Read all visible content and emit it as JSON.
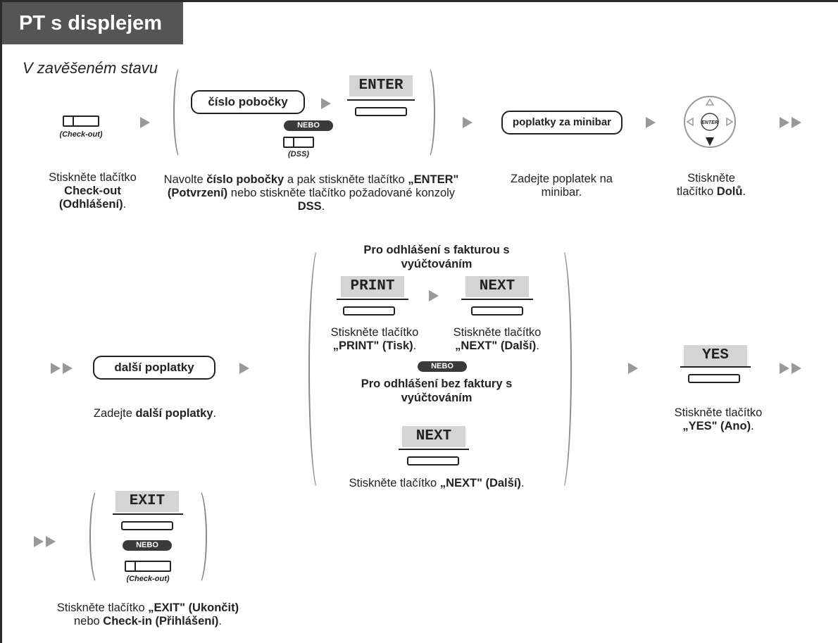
{
  "header": {
    "title": "PT s displejem"
  },
  "subtitle": "V zavěšeném stavu",
  "buttons": {
    "check_out_caption": "(Check-out)",
    "dss_caption": "(DSS)",
    "nebo": "NEBO",
    "enter_key_label": "ENTER"
  },
  "softkeys": {
    "enter": "ENTER",
    "print": "PRINT",
    "next": "NEXT",
    "yes": "YES",
    "exit": "EXIT"
  },
  "pills": {
    "extension_number": "číslo pobočky",
    "minibar_charge": "poplatky za minibar",
    "other_charges": "další poplatky"
  },
  "groups": {
    "with_invoice": "Pro odhlášení s fakturou s vyúčtováním",
    "without_invoice": "Pro odhlášení bez faktury s vyúčtováním"
  },
  "steps": {
    "step1": {
      "pre": "Stiskněte tlačítko",
      "bold": "Check-out (Odhlášení)",
      "post": "."
    },
    "step2": {
      "text1": "Navolte ",
      "bold1": "číslo pobočky",
      "text2": " a pak stiskněte tlačítko ",
      "bold2": "„ENTER\" (Potvrzení)",
      "text3": " nebo stiskněte tlačítko požadované konzoly ",
      "bold3": "DSS",
      "text4": "."
    },
    "step3": {
      "text": "Zadejte poplatek na minibar."
    },
    "step4": {
      "pre": "Stiskněte tlačítko",
      "bold": "Dolů",
      "post": "."
    },
    "step5": {
      "pre": "Zadejte ",
      "bold": "další poplatky",
      "post": "."
    },
    "print_step": {
      "pre": "Stiskněte tlačítko",
      "bold": "„PRINT\" (Tisk)",
      "post": "."
    },
    "next_step": {
      "pre": "Stiskněte tlačítko",
      "bold": "„NEXT\" (Další)",
      "post": "."
    },
    "next_step2": {
      "pre": "Stiskněte tlačítko ",
      "bold": "„NEXT\" (Další)",
      "post": "."
    },
    "yes_step": {
      "pre": "Stiskněte tlačítko",
      "bold": "„YES\" (Ano)",
      "post": "."
    },
    "exit_step": {
      "pre": "Stiskněte tlačítko ",
      "bold1": "„EXIT\" (Ukončit)",
      "mid": " nebo ",
      "bold2": "Check-in (Přihlášení)",
      "post": "."
    }
  },
  "colors": {
    "title_bg": "#555555",
    "softkey_bg": "#d4d4d4",
    "arrow": "#999999",
    "nebo_bg": "#3a3a3a"
  }
}
